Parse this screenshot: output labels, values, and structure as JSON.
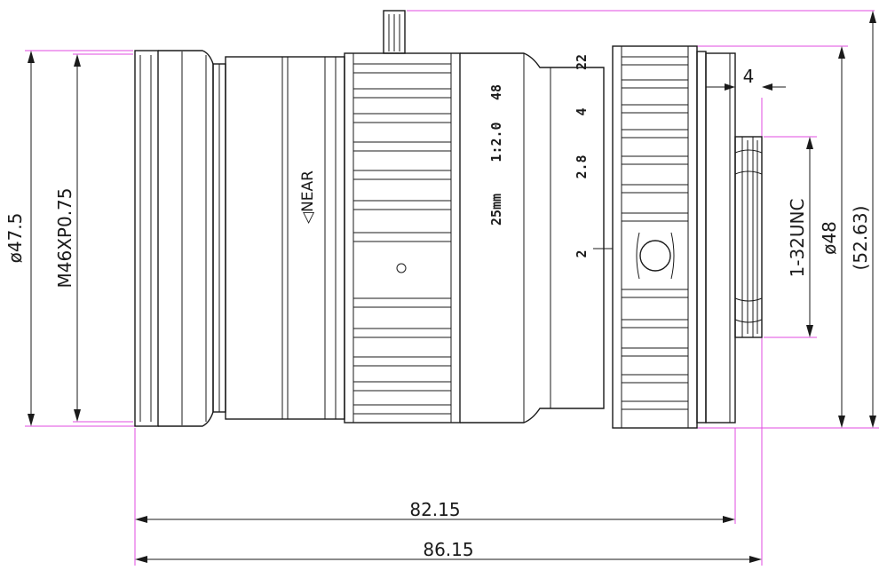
{
  "dimensions": {
    "d_47_5": "ø47.5",
    "thread_m46": "M46XP0.75",
    "d_48": "ø48",
    "d_52_63": "(52.63)",
    "thread_unc": "1-32UNC",
    "len_82_15": "82.15",
    "len_86_15": "86.15",
    "flange_4": "4"
  },
  "lens_markings": {
    "focal": "25mm",
    "aperture": "1:2.0",
    "f_48": "48",
    "f_22": "22",
    "f_4": "4",
    "f_2_8": "2.8",
    "f_2": "2",
    "near": "◁NEAR"
  }
}
